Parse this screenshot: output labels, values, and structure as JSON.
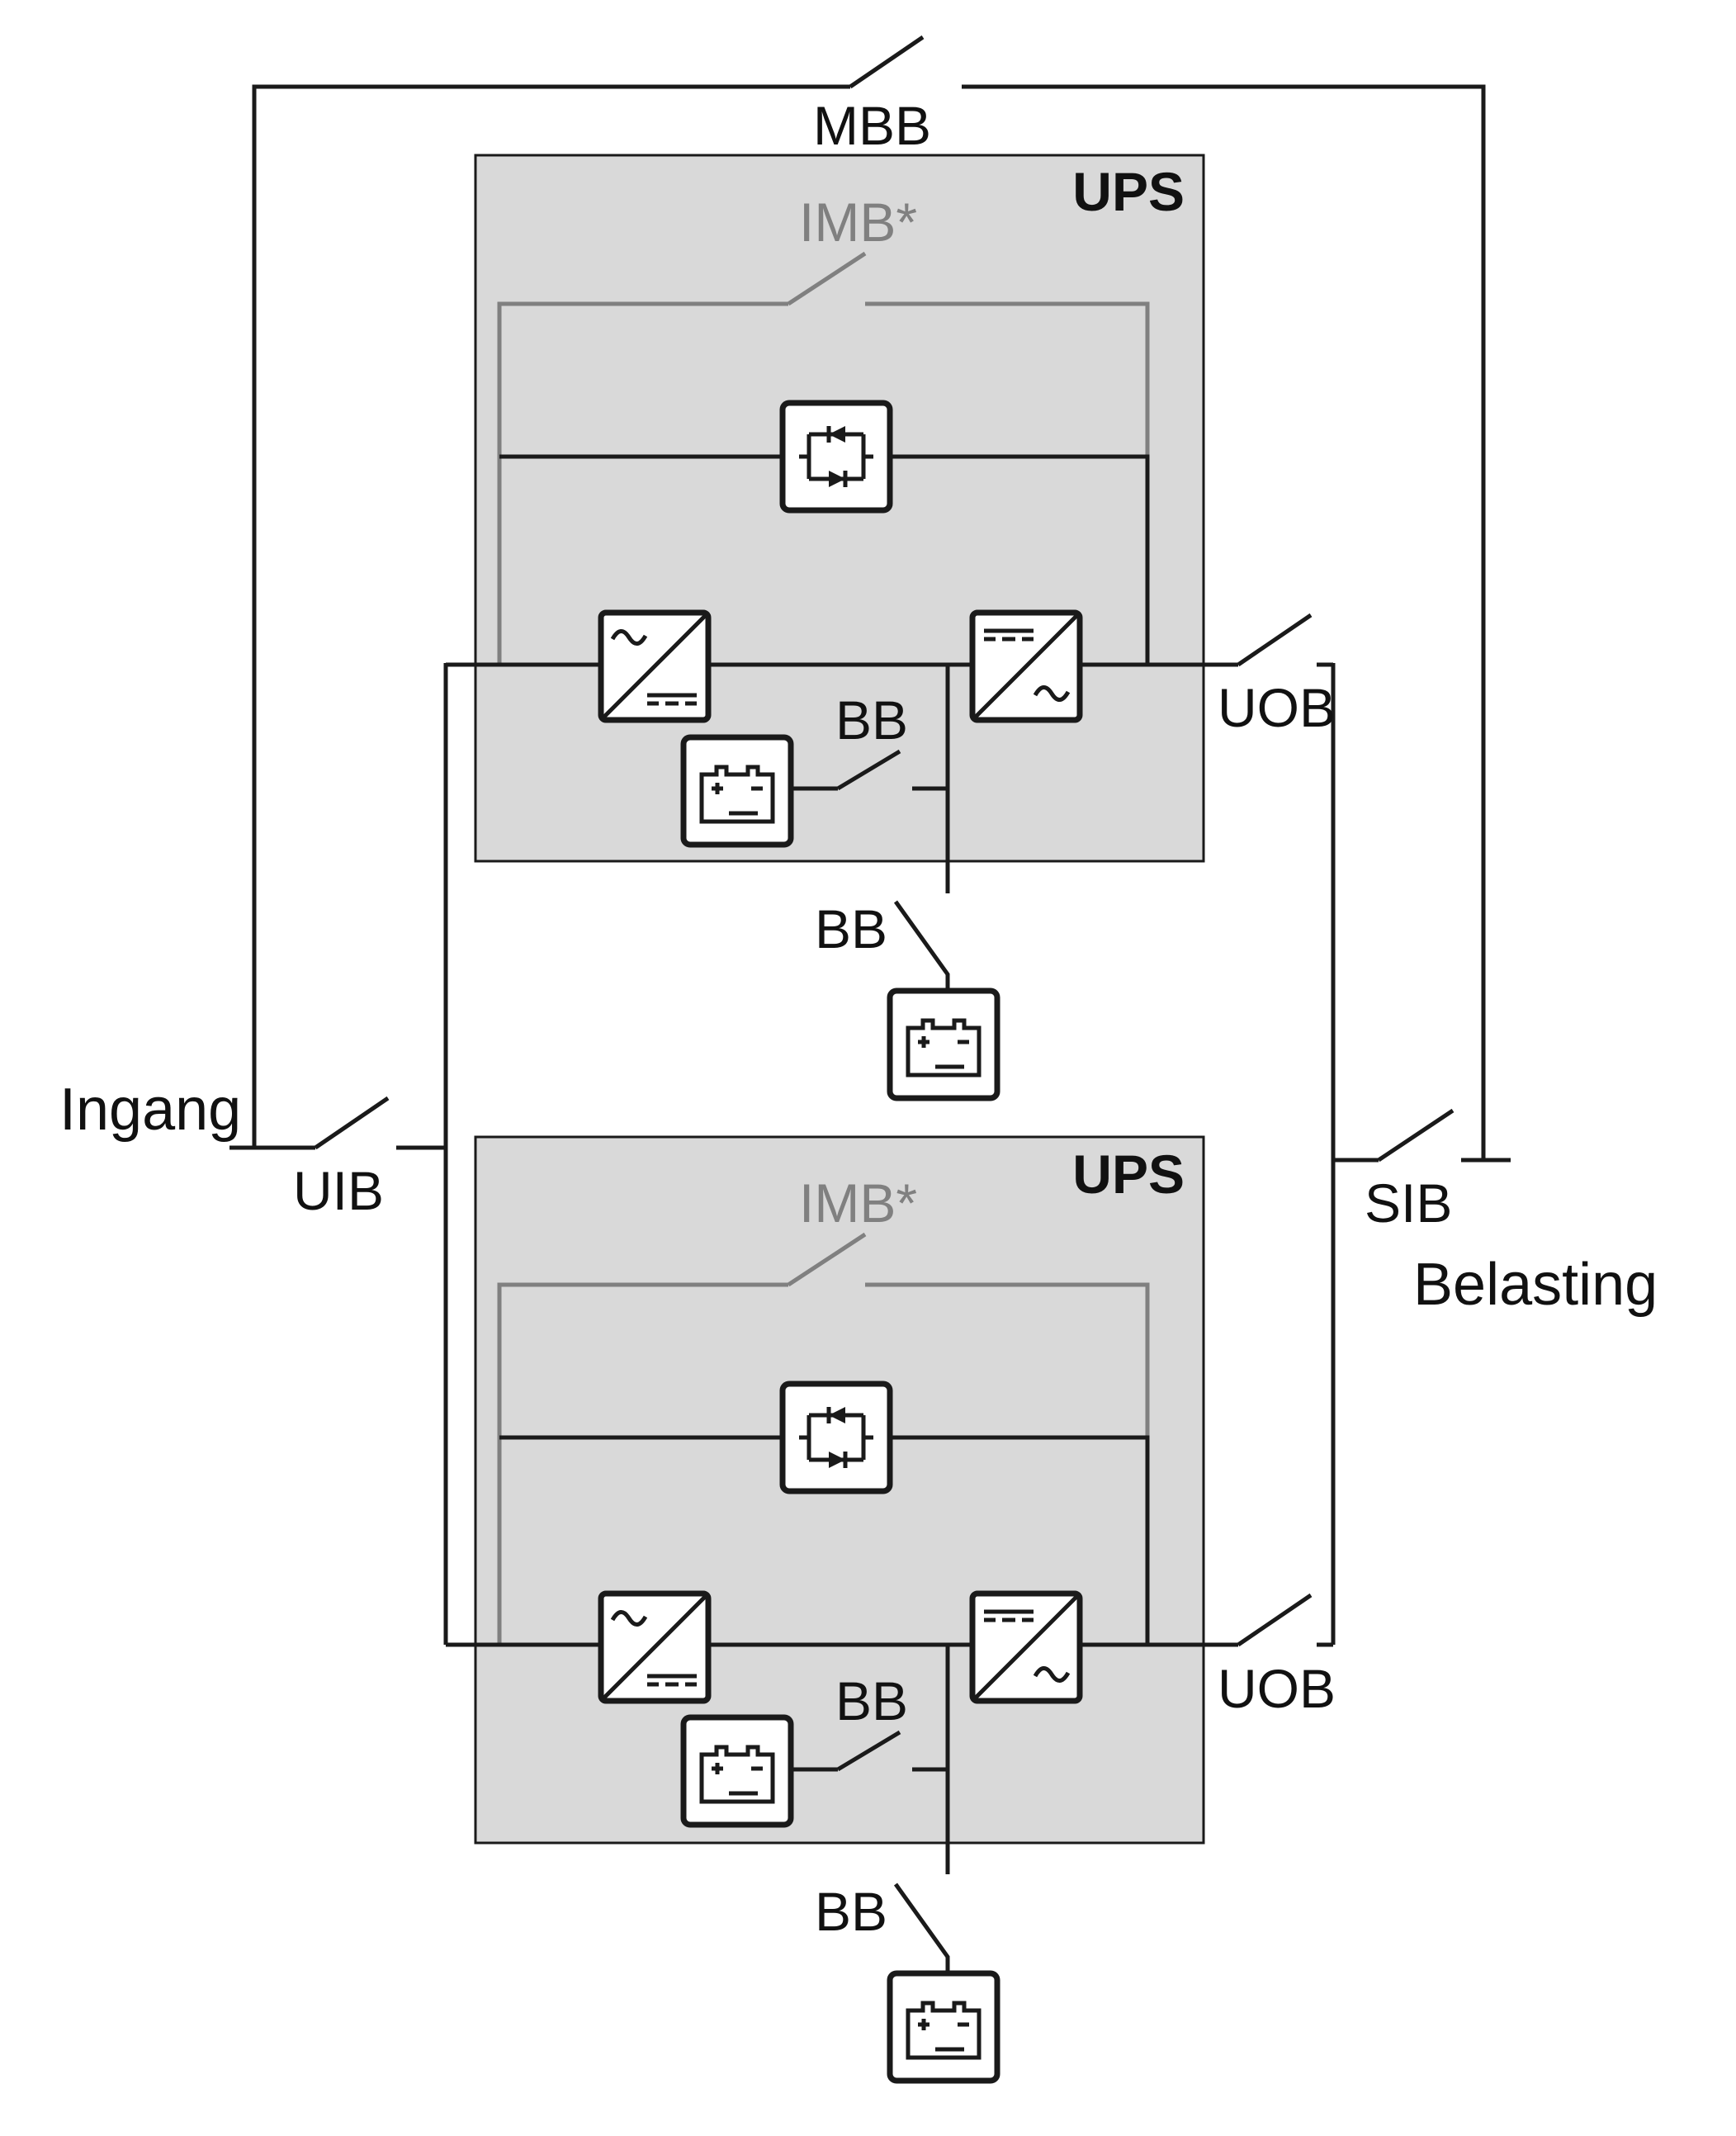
{
  "labels": {
    "input": "Ingang",
    "load": "Belasting",
    "mbb": "MBB",
    "uib": "UIB",
    "sib": "SIB"
  },
  "ups_units": [
    {
      "title": "UPS",
      "imb": "IMB*",
      "uob": "UOB",
      "bb_internal": "BB",
      "bb_external": "BB"
    },
    {
      "title": "UPS",
      "imb": "IMB*",
      "uob": "UOB",
      "bb_internal": "BB",
      "bb_external": "BB"
    }
  ],
  "colors": {
    "ups_fill": "#d9d9d9",
    "line": "#1a1a1a",
    "bypass_line": "#808080"
  },
  "icons": [
    "rectifier-icon",
    "inverter-icon",
    "static-switch-icon",
    "battery-icon",
    "breaker-icon"
  ]
}
